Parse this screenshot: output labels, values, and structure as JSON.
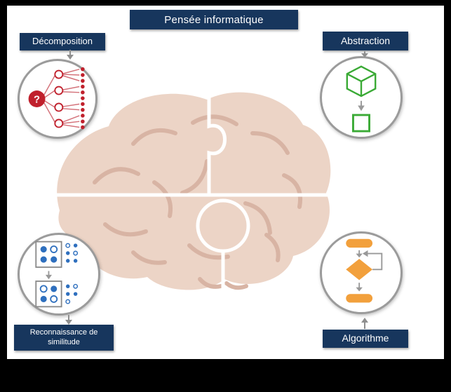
{
  "title": "Pensée informatique",
  "concepts": {
    "decomposition": {
      "label": "Décomposition"
    },
    "abstraction": {
      "label": "Abstraction"
    },
    "pattern_recognition": {
      "label": "Reconnaissance de similitude"
    },
    "algorithm": {
      "label": "Algorithme"
    }
  },
  "icons": {
    "question_mark": "?"
  },
  "colors": {
    "banner_navy": "#17365d",
    "decomposition_red": "#c0202c",
    "abstraction_green": "#3aaa35",
    "pattern_blue": "#2e6fbe",
    "algorithm_orange": "#f2a03c",
    "brain_fill": "#ecd4c6",
    "brain_fold": "#d8b4a4",
    "circle_border": "#9b9b9b",
    "connector_gray": "#8f8f8f",
    "frame_black": "#000000"
  }
}
